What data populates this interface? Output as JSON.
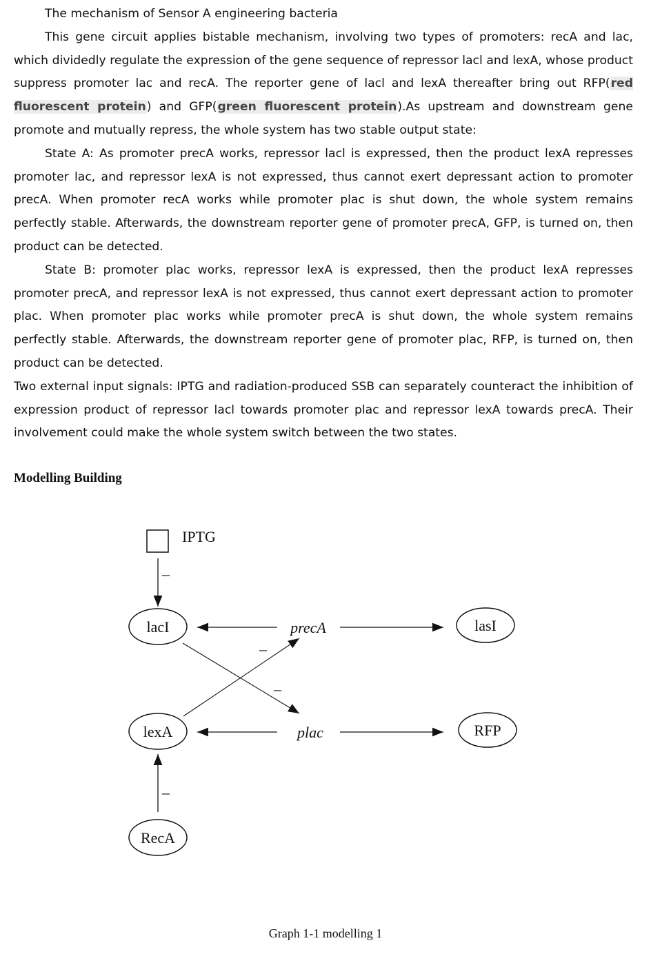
{
  "paragraphs": {
    "title": "The mechanism of Sensor A engineering bacteria",
    "p1_a": "This gene circuit applies bistable mechanism, involving two types of promoters: recA and lac, which dividedly regulate the expression of the gene sequence of repressor lacl and lexA, whose product suppress promoter lac and recA. The reporter gene of lacl and lexA thereafter bring out RFP(",
    "p1_rfp": "red fluorescent protein",
    "p1_b": ") and GFP(",
    "p1_gfp": "green fluorescent protein",
    "p1_c": ").As upstream and downstream gene promote and mutually repress, the whole system has two stable output state:",
    "stateA": "State A: As promoter precA works, repressor lacl is expressed, then the product lexA represses promoter lac, and repressor lexA is not expressed, thus cannot exert depressant action to promoter precA. When promoter recA works while promoter plac is shut down, the whole system remains perfectly stable. Afterwards, the downstream reporter gene of promoter precA, GFP, is turned on, then product can be detected.",
    "stateB": "State B: promoter plac works, repressor lexA is expressed, then the product lexA represses promoter precA, and repressor lexA is not expressed, thus cannot exert depressant action to promoter plac. When promoter plac works while promoter precA is shut down, the whole system remains perfectly stable. Afterwards, the downstream reporter gene of promoter plac, RFP, is turned on, then product can be detected.",
    "inputs": "Two external input signals: IPTG and radiation-produced SSB can separately counteract the inhibition of expression product of repressor lacl towards promoter plac and repressor lexA towards precA. Their involvement could make the whole system switch between the two states."
  },
  "heading": "Modelling Building",
  "diagram": {
    "nodes": {
      "iptg": "IPTG",
      "lacI": "lacI",
      "precA": "precA",
      "lasI": "lasI",
      "lexA": "lexA",
      "plac": "plac",
      "rfp": "RFP",
      "recA": "RecA"
    },
    "minus": "–"
  },
  "caption": "Graph 1-1 modelling 1"
}
